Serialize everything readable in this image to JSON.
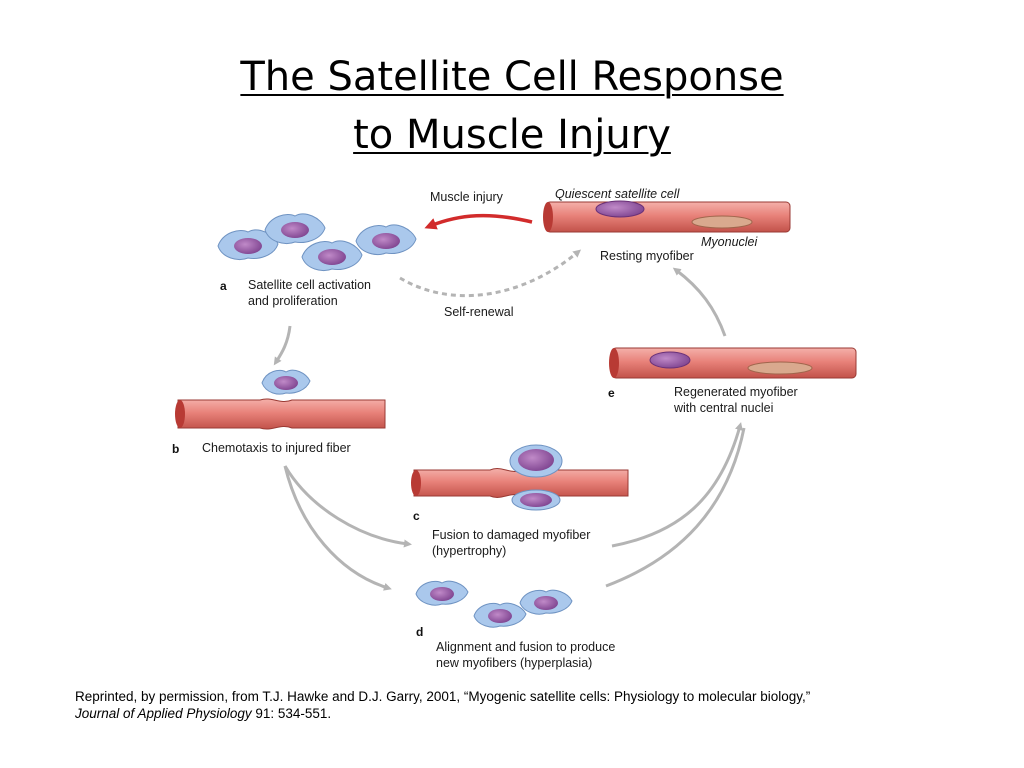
{
  "slide": {
    "title_line1": "The Satellite Cell Response",
    "title_line2": "to Muscle Injury"
  },
  "diagram": {
    "muscle_injury": "Muscle injury",
    "quiescent_cell": "Quiescent satellite cell",
    "myonuclei": "Myonuclei",
    "resting_myofiber": "Resting myofiber",
    "self_renewal": "Self-renewal",
    "steps": {
      "a": {
        "letter": "a",
        "line1": "Satellite cell activation",
        "line2": "and proliferation"
      },
      "b": {
        "letter": "b",
        "line1": "Chemotaxis to injured fiber"
      },
      "c": {
        "letter": "c",
        "line1": "Fusion to damaged myofiber",
        "line2": "(hypertrophy)"
      },
      "d": {
        "letter": "d",
        "line1": "Alignment and fusion to produce",
        "line2": "new myofibers (hyperplasia)"
      },
      "e": {
        "letter": "e",
        "line1": "Regenerated myofiber",
        "line2": "with central nuclei"
      }
    },
    "colors": {
      "fiber": "#e8827a",
      "fiber_dark": "#b83a34",
      "cell_body": "#aac8ec",
      "nucleus": "#9b5fa8",
      "injury_arrow": "#d22b2b",
      "cycle_arrow": "#b4b4b4"
    }
  },
  "citation": {
    "text": "Reprinted, by permission, from T.J. Hawke and D.J. Garry, 2001, “Myogenic satellite cells: Physiology to molecular biology,”",
    "journal": "Journal of Applied Physiology",
    "ref": " 91: 534-551."
  }
}
